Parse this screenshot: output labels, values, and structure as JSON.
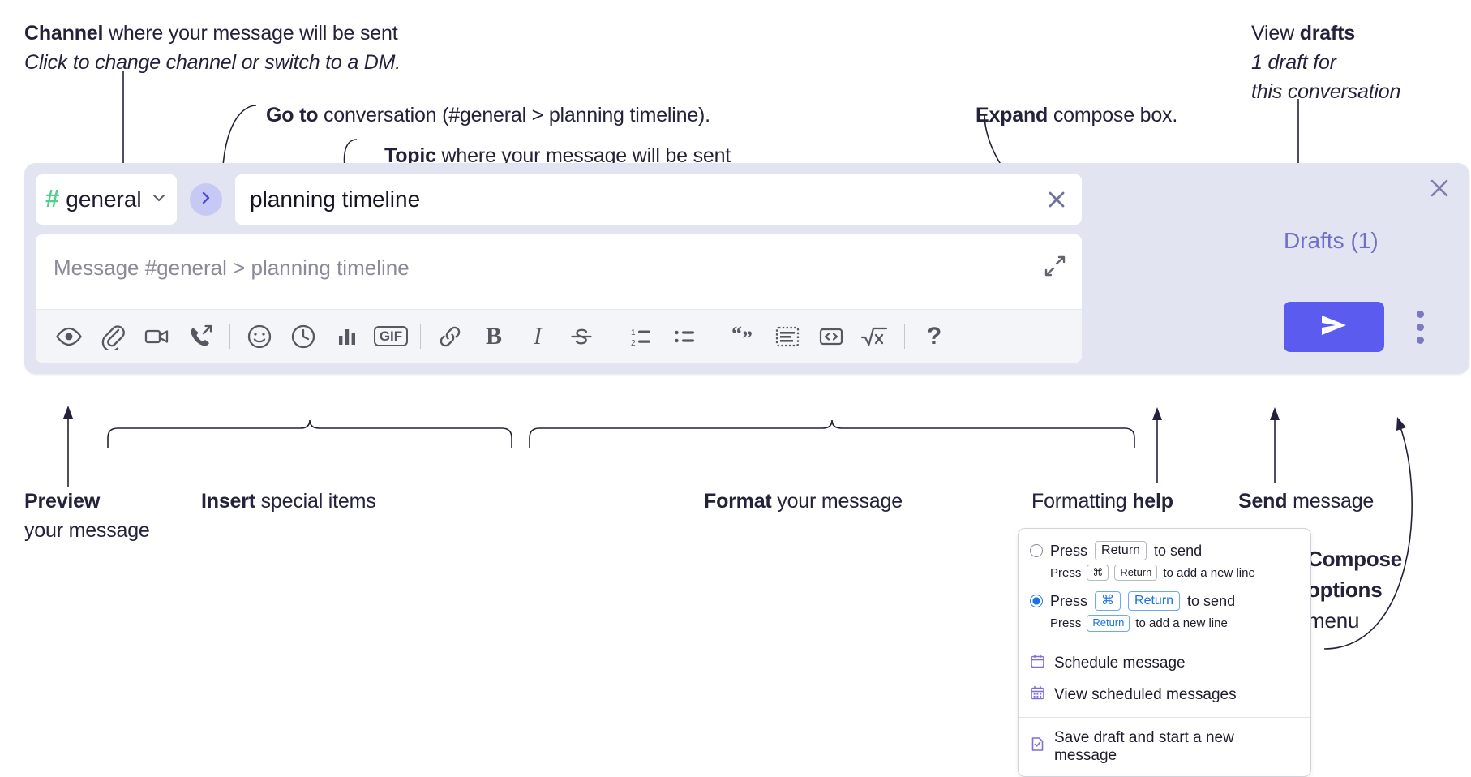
{
  "annotations": {
    "channel": {
      "bold": "Channel",
      "rest": " where your message will be sent",
      "italic": "Click to change channel or switch to a DM."
    },
    "goto": {
      "bold": "Go to",
      "rest": " conversation (#general > planning timeline)."
    },
    "topic": {
      "bold": "Topic",
      "rest": " where your message will be sent"
    },
    "expand": {
      "bold": "Expand",
      "rest": " compose box."
    },
    "drafts": {
      "lead": "View ",
      "bold": "drafts",
      "italic1": "1 draft for",
      "italic2": "this conversation"
    },
    "preview": {
      "bold": "Preview",
      "rest": "your message"
    },
    "insert": {
      "bold": "Insert",
      "rest": " special items"
    },
    "format": {
      "bold": "Format",
      "rest": " your message"
    },
    "help": {
      "lead": "Formatting ",
      "bold": "help"
    },
    "send": {
      "bold": "Send",
      "rest": " message"
    },
    "compose_options": {
      "bold1": "Compose",
      "bold2": "options",
      "rest": "menu"
    }
  },
  "compose": {
    "channel_name": "general",
    "channel_icon": "hash-icon",
    "channel_chevron": "chevron-down-icon",
    "goto_icon": "chevron-right-icon",
    "topic_value": "planning timeline",
    "topic_clear_icon": "close-icon",
    "message_placeholder": "Message #general > planning timeline",
    "expand_icon": "expand-icon",
    "panel_close_icon": "close-icon",
    "drafts_label": "Drafts (1)",
    "send_icon": "send-icon",
    "kebab_icon": "more-vertical-icon",
    "toolbar": [
      {
        "name": "preview-icon",
        "title": "Preview"
      },
      {
        "name": "attachment-icon",
        "title": "Attach file"
      },
      {
        "name": "video-icon",
        "title": "Video clip"
      },
      {
        "name": "audio-call-icon",
        "title": "Audio clip"
      },
      {
        "name": "separator",
        "title": ""
      },
      {
        "name": "emoji-icon",
        "title": "Emoji"
      },
      {
        "name": "clock-icon",
        "title": "Reminder"
      },
      {
        "name": "poll-icon",
        "title": "Poll"
      },
      {
        "name": "gif-icon",
        "title": "GIF"
      },
      {
        "name": "separator",
        "title": ""
      },
      {
        "name": "link-icon",
        "title": "Link"
      },
      {
        "name": "bold-icon",
        "title": "Bold"
      },
      {
        "name": "italic-icon",
        "title": "Italic"
      },
      {
        "name": "strikethrough-icon",
        "title": "Strikethrough"
      },
      {
        "name": "separator",
        "title": ""
      },
      {
        "name": "ordered-list-icon",
        "title": "Numbered list"
      },
      {
        "name": "bulleted-list-icon",
        "title": "Bulleted list"
      },
      {
        "name": "separator",
        "title": ""
      },
      {
        "name": "blockquote-icon",
        "title": "Blockquote"
      },
      {
        "name": "code-block-icon",
        "title": "Code block"
      },
      {
        "name": "code-icon",
        "title": "Code"
      },
      {
        "name": "math-icon",
        "title": "Math"
      },
      {
        "name": "separator",
        "title": ""
      },
      {
        "name": "help-icon",
        "title": "Formatting help"
      }
    ],
    "gif_label": "GIF",
    "bold_label": "B",
    "italic_label": "I",
    "help_label": "?"
  },
  "menu": {
    "option1": {
      "pre": "Press",
      "key": "Return",
      "post": "to send",
      "sub_pre": "Press",
      "sub_key1": "⌘",
      "sub_key2": "Return",
      "sub_post": "to add a new line",
      "selected": false
    },
    "option2": {
      "pre": "Press",
      "key1": "⌘",
      "key2": "Return",
      "post": "to send",
      "sub_pre": "Press",
      "sub_key": "Return",
      "sub_post": "to add a new line",
      "selected": true
    },
    "items": [
      {
        "label": "Schedule message",
        "icon": "calendar-icon"
      },
      {
        "label": "View scheduled messages",
        "icon": "calendar-grid-icon"
      },
      {
        "label": "Save draft and start a new message",
        "icon": "save-draft-icon"
      }
    ]
  },
  "colors": {
    "panel_bg": "#e2e4f2",
    "send_button": "#5b5bf0",
    "hash_green": "#4fd18b",
    "drafts_purple": "#6f6fc9",
    "radio_blue": "#1a72e8"
  }
}
